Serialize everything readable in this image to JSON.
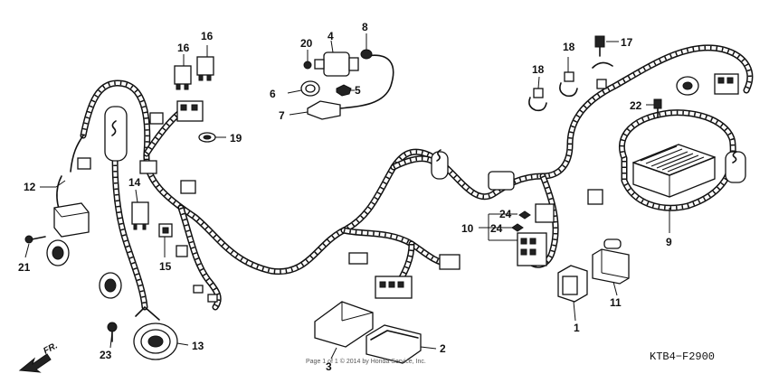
{
  "diagram": {
    "code": "KTB4−F2900",
    "footer": "Page 1 of 1 © 2014 by Honda Service, Inc.",
    "direction_label": "FR.",
    "callouts": [
      {
        "id": "c1",
        "text": "1"
      },
      {
        "id": "c2",
        "text": "2"
      },
      {
        "id": "c3",
        "text": "3"
      },
      {
        "id": "c4",
        "text": "4"
      },
      {
        "id": "c5",
        "text": "5"
      },
      {
        "id": "c6",
        "text": "6"
      },
      {
        "id": "c7",
        "text": "7"
      },
      {
        "id": "c8",
        "text": "8"
      },
      {
        "id": "c9",
        "text": "9"
      },
      {
        "id": "c10",
        "text": "10"
      },
      {
        "id": "c11",
        "text": "11"
      },
      {
        "id": "c12",
        "text": "12"
      },
      {
        "id": "c13",
        "text": "13"
      },
      {
        "id": "c14",
        "text": "14"
      },
      {
        "id": "c15",
        "text": "15"
      },
      {
        "id": "c16a",
        "text": "16"
      },
      {
        "id": "c16b",
        "text": "16"
      },
      {
        "id": "c17",
        "text": "17"
      },
      {
        "id": "c18a",
        "text": "18"
      },
      {
        "id": "c18b",
        "text": "18"
      },
      {
        "id": "c19",
        "text": "19"
      },
      {
        "id": "c20",
        "text": "20"
      },
      {
        "id": "c21",
        "text": "21"
      },
      {
        "id": "c22",
        "text": "22"
      },
      {
        "id": "c23",
        "text": "23"
      },
      {
        "id": "c24a",
        "text": "24"
      },
      {
        "id": "c24b",
        "text": "24"
      }
    ]
  }
}
